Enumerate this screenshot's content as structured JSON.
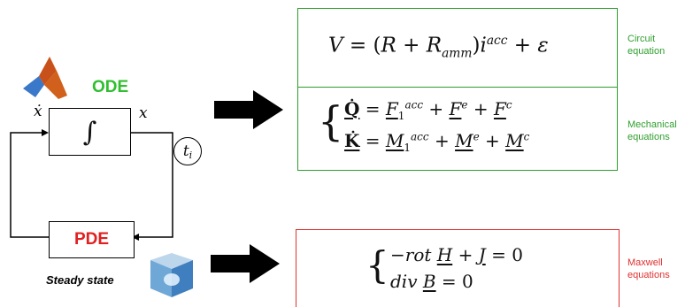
{
  "ode": {
    "label": "ODE",
    "block_symbol": "∫",
    "input_var": "ẋ",
    "output_var": "x",
    "time_var": "t",
    "time_sub": "i"
  },
  "pde": {
    "label": "PDE",
    "caption": "Steady state"
  },
  "equations": {
    "circuit": {
      "note_line1": "Circuit",
      "note_line2": "equation"
    },
    "mechanical": {
      "note_line1": "Mechanical",
      "note_line2": "equations"
    },
    "maxwell": {
      "note_line1": "Maxwell",
      "note_line2": "equations"
    }
  },
  "colors": {
    "green": "#2fbf2f",
    "red": "#e02020",
    "box_green": "#2e9f2e",
    "box_red": "#e03030"
  },
  "icons": [
    "matlab-logo-icon",
    "fem-software-icon",
    "right-arrow-icon"
  ]
}
